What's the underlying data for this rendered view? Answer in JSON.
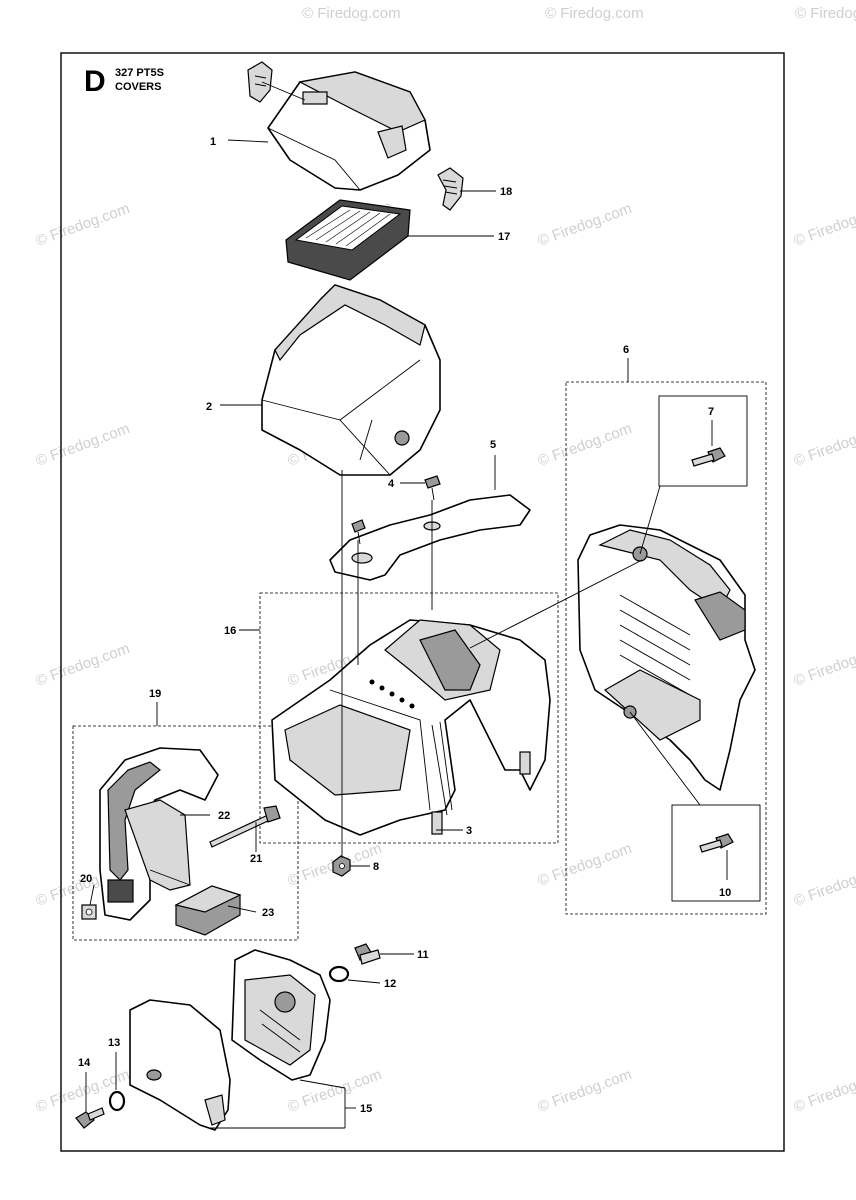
{
  "header": {
    "section_letter": "D",
    "model": "327 PT5S",
    "title": "COVERS"
  },
  "watermark": "© Firedog.com",
  "callouts": [
    "1",
    "2",
    "3",
    "4",
    "5",
    "6",
    "7",
    "8",
    "10",
    "11",
    "12",
    "13",
    "14",
    "15",
    "16",
    "17",
    "18",
    "19",
    "20",
    "21",
    "22",
    "23"
  ]
}
